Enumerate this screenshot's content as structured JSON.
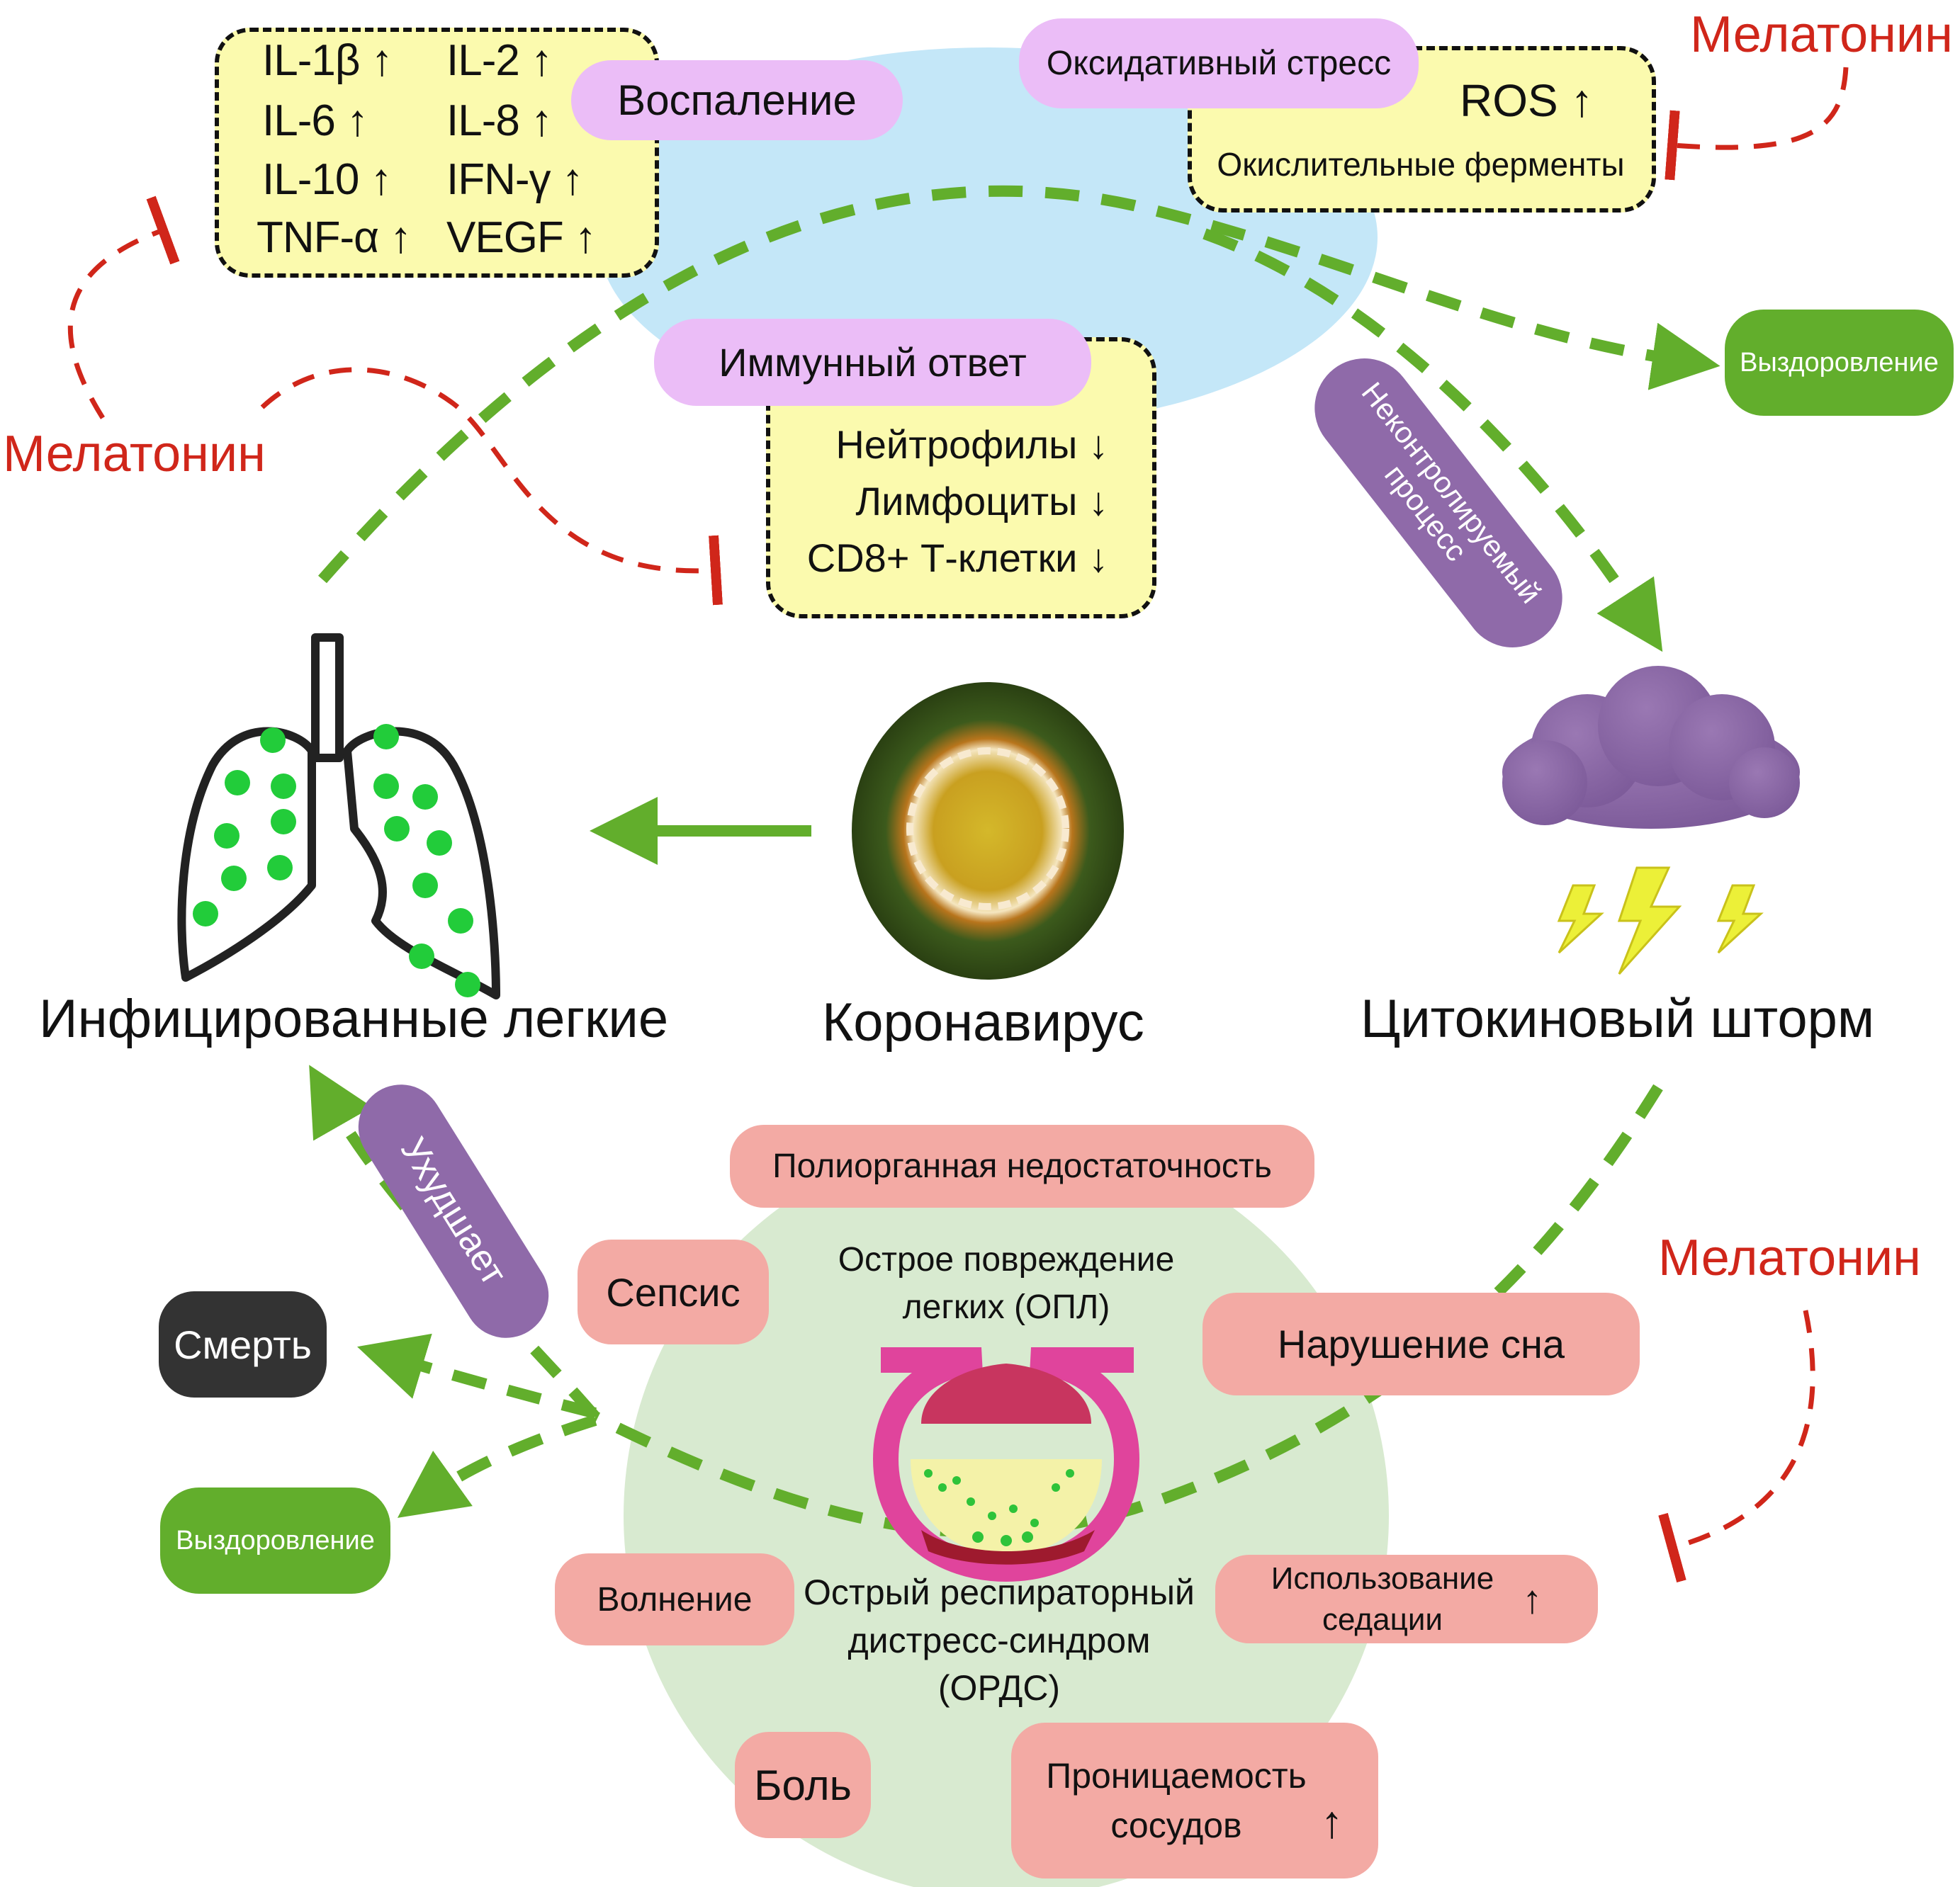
{
  "inflammation": {
    "label": "Воспаление",
    "cytokines": [
      {
        "name": "IL-1β",
        "trend": "↑"
      },
      {
        "name": "IL-2",
        "trend": "↑"
      },
      {
        "name": "IL-6",
        "trend": "↑"
      },
      {
        "name": "IL-8",
        "trend": "↑"
      },
      {
        "name": "IL-10",
        "trend": "↑"
      },
      {
        "name": "IFN-γ",
        "trend": "↑"
      },
      {
        "name": "TNF-α",
        "trend": "↑"
      },
      {
        "name": "VEGF",
        "trend": "↑"
      }
    ]
  },
  "oxidative_stress": {
    "label": "Оксидативный стресс",
    "ros": "ROS",
    "ros_trend": "↑",
    "enzymes": "Окислительные ферменты"
  },
  "immune_response": {
    "label": "Иммунный ответ",
    "items": [
      {
        "name": "Нейтрофилы",
        "trend": "↓"
      },
      {
        "name": "Лимфоциты",
        "trend": "↓"
      },
      {
        "name": "CD8+ Т-клетки",
        "trend": "↓"
      }
    ]
  },
  "melatonin": {
    "top_right": "Мелатонин",
    "left": "Мелатонин",
    "bottom_right": "Мелатонин"
  },
  "recovery_top": "Выздоровление",
  "uncontrolled_process": [
    "Неконтролируемый",
    "процесс"
  ],
  "worsens": "Ухудшает",
  "stages": {
    "lungs": "Инфицированные легкие",
    "virus": "Коронавирус",
    "storm": "Цитокиновый шторм"
  },
  "outcomes": {
    "death": "Смерть",
    "recovery": "Выздоровление"
  },
  "complications": {
    "multi_organ": "Полиорганная недостаточность",
    "sepsis": "Сепсис",
    "ali": [
      "Острое повреждение",
      "легких (ОПЛ)"
    ],
    "sleep": "Нарушение сна",
    "anxiety": "Волнение",
    "ards": [
      "Острый респираторный",
      "дистресс-синдром",
      "(ОРДС)"
    ],
    "sedation": [
      "Использование",
      "седации"
    ],
    "sedation_trend": "↑",
    "pain": "Боль",
    "permeability": [
      "Проницаемость",
      "сосудов"
    ],
    "permeability_trend": "↑"
  },
  "colors": {
    "flow_green": "#62ae2c",
    "inhibit_red": "#d0261a",
    "lilac": "#ebbdf7",
    "salmon": "#f3aaa4",
    "yellow": "#fbfaae",
    "blue": "#c4e7f8",
    "pale_green": "#d8ead0",
    "purple": "#8f6aa9"
  }
}
